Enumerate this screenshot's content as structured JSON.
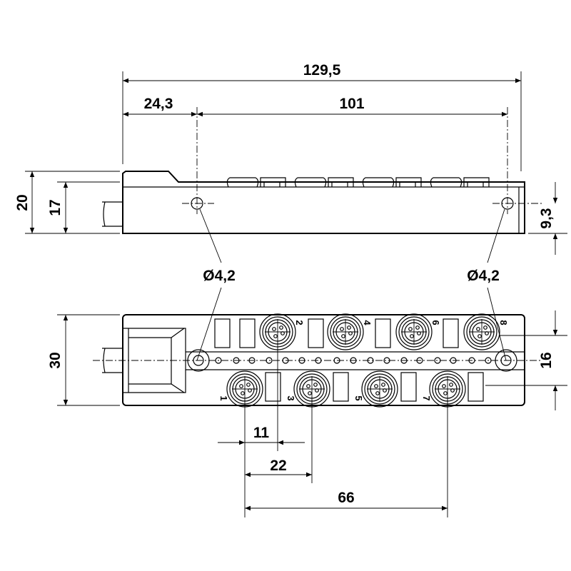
{
  "dimensions": {
    "overall_length": "129,5",
    "hole_offset": "24,3",
    "hole_spacing": "101",
    "height_total": "20",
    "height_body": "17",
    "hole_height": "9,3",
    "hole_diameter_left": "Ø4,2",
    "hole_diameter_right": "Ø4,2",
    "width": "30",
    "row_spacing": "16",
    "port_offset": "11",
    "port_pitch": "22",
    "port_span": "66"
  },
  "ports": {
    "top": [
      "2",
      "4",
      "6",
      "8"
    ],
    "bottom": [
      "1",
      "3",
      "5",
      "7"
    ]
  },
  "colors": {
    "line": "#000000",
    "background": "#ffffff"
  }
}
